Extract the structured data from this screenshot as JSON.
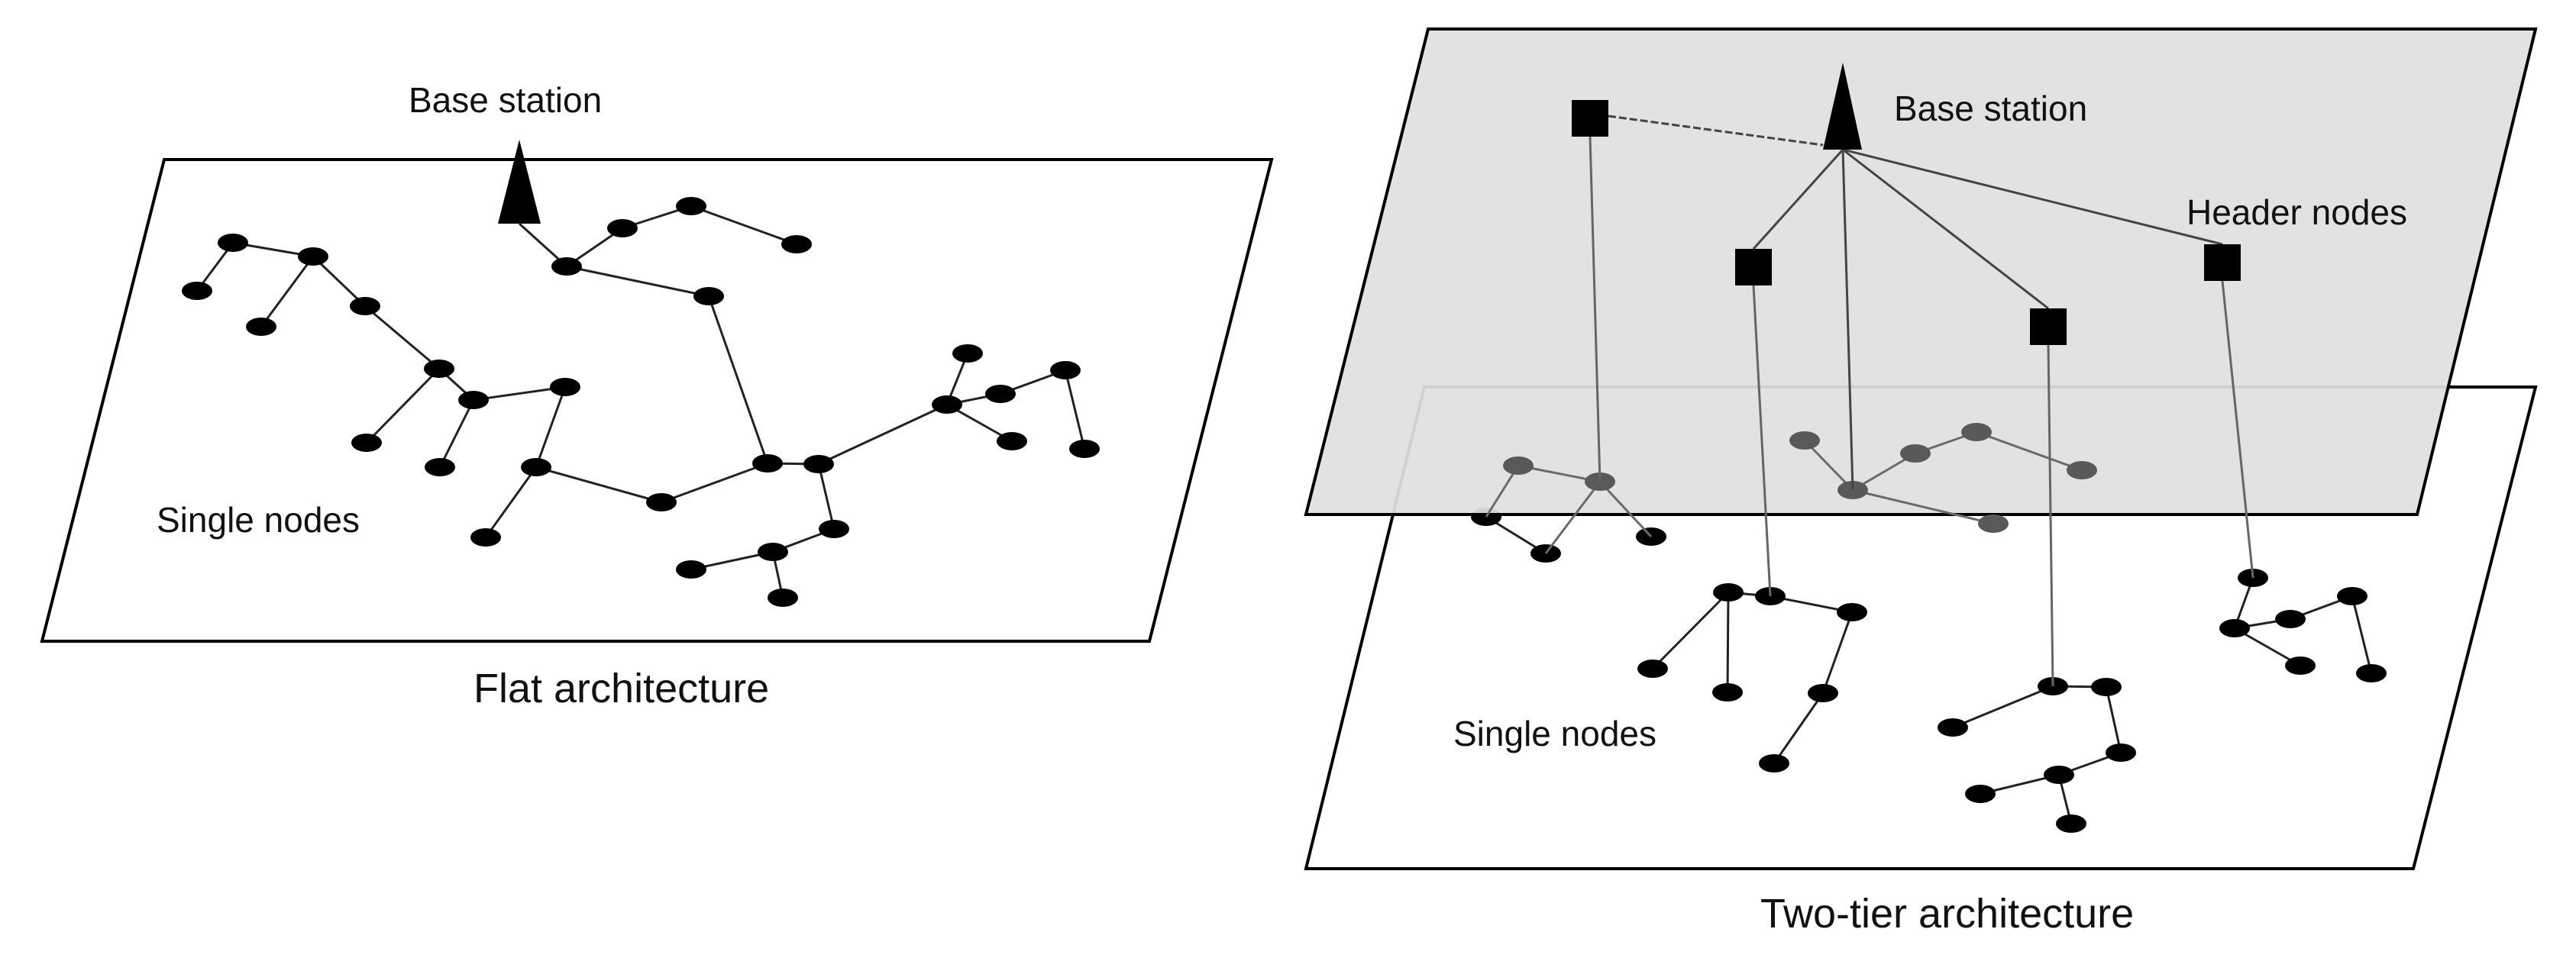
{
  "flat": {
    "base_station_label": "Base station",
    "nodes_label": "Single nodes",
    "caption": "Flat architecture"
  },
  "two_tier": {
    "base_station_label": "Base station",
    "header_label": "Header nodes",
    "nodes_label": "Single nodes",
    "caption": "Two-tier architecture"
  },
  "colors": {
    "upper_plane_fill": "#e0e0e0",
    "node": "#000000",
    "shadow_node": "#595959",
    "edge": "#222222"
  }
}
